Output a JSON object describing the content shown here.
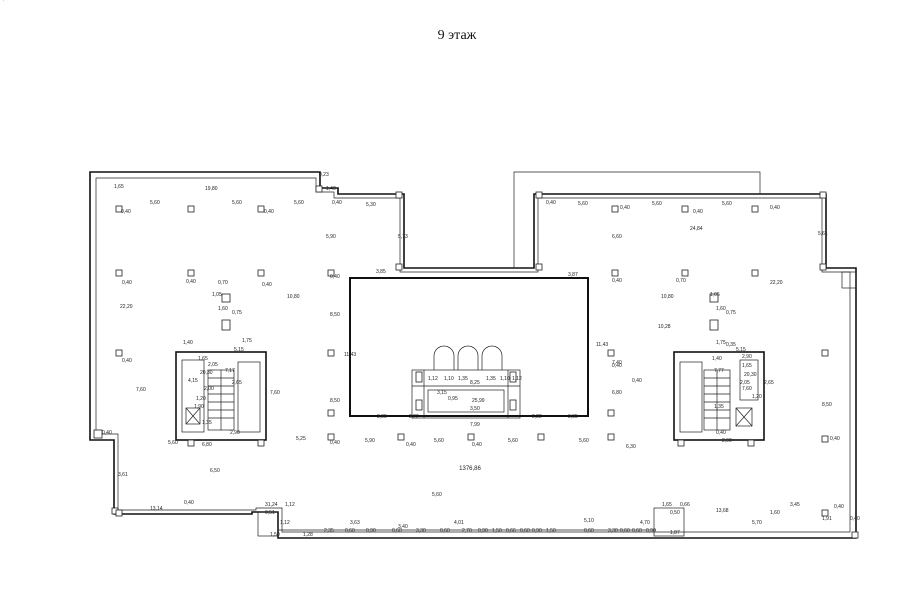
{
  "title": "9 этаж",
  "total_area": "1376,86",
  "dimensions": [
    "1,65",
    "19,80",
    "0,23",
    "1,40",
    "0,40",
    "0,40",
    "0,40",
    "5,60",
    "5,60",
    "5,60",
    "5,30",
    "5,90",
    "5,73",
    "3,85",
    "3,87",
    "0,40",
    "0,40",
    "0,40",
    "0,70",
    "0,40",
    "10,80",
    "8,50",
    "22,20",
    "1,05",
    "1,60",
    "0,75",
    "1,75",
    "1,40",
    "5,15",
    "1,65",
    "0,40",
    "2,05",
    "7,17",
    "20,30",
    "2,00",
    "2,65",
    "7,60",
    "7,60",
    "4,15",
    "1,90",
    "11,43",
    "8,50",
    "1,35",
    "2,90",
    "1,20",
    "0,40",
    "3,85",
    "2,22",
    "5,25",
    "5,90",
    "5,60",
    "5,60",
    "5,60",
    "5,60",
    "0,40",
    "0,40",
    "6,80",
    "6,50",
    "3,61",
    "0,40",
    "1,12",
    "1,10",
    "1,35",
    "1,35",
    "1,10",
    "1,12",
    "3,15",
    "0,95",
    "8,25",
    "25,99",
    "3,50",
    "7,99",
    "2,22",
    "3,85",
    "0,40",
    "11,43",
    "0,40",
    "24,84",
    "5,60",
    "5,60",
    "5,60",
    "0,40",
    "0,40",
    "0,40",
    "5,61",
    "6,60",
    "0,40",
    "0,70",
    "10,80",
    "10,28",
    "1,05",
    "1,60",
    "0,75",
    "1,75",
    "0,35",
    "5,15",
    "1,40",
    "2,90",
    "1,65",
    "20,30",
    "7,77",
    "2,05",
    "2,65",
    "7,60",
    "1,35",
    "1,20",
    "0,40",
    "2,90",
    "6,80",
    "8,50",
    "22,20",
    "0,40",
    "7,40",
    "6,30",
    "0,40",
    "0,40",
    "13,14",
    "5,60",
    "31,24",
    "1,12",
    "0,51",
    "1,12",
    "3,63",
    "3,40",
    "4,01",
    "5,10",
    "4,70",
    "3,45",
    "13,68",
    "5,70",
    "1,60",
    "0,40",
    "1,65",
    "0,50",
    "0,66",
    "1,28",
    "2,35",
    "0,60",
    "0,90",
    "0,60",
    "3,30",
    "0,60",
    "2,70",
    "0,90",
    "1,50",
    "0,66",
    "0,60",
    "0,90",
    "1,50",
    "0,60",
    "3,30",
    "0,60",
    "0,60",
    "0,90",
    "1,50",
    "1,87",
    "1,91",
    "0,40",
    "1,70"
  ]
}
